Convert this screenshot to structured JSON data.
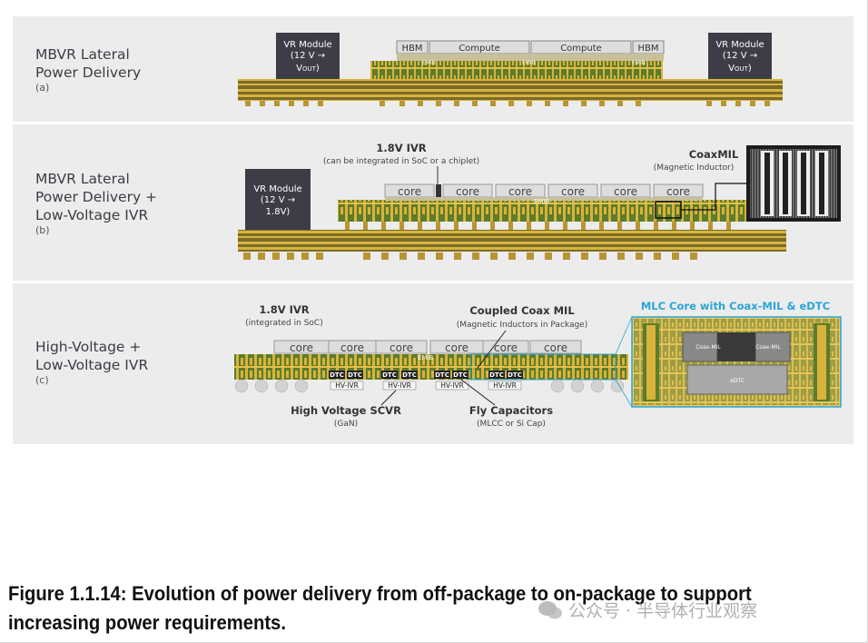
{
  "panels": [
    {
      "id": "a",
      "title_lines": [
        "MBVR Lateral",
        "Power Delivery"
      ],
      "sub": "(a)",
      "vr_module_left": [
        "VR Module",
        "(12 V →",
        "V",
        "OUT",
        ")"
      ],
      "vr_module_right": [
        "VR Module",
        "(12 V →",
        "V",
        "OUT",
        ")"
      ],
      "dies": [
        "HBM",
        "Compute",
        "Compute",
        "HBM"
      ],
      "emib_labels": [
        "EMIB",
        "EMIB",
        "EMIB"
      ]
    },
    {
      "id": "b",
      "title_lines": [
        "MBVR Lateral",
        "Power Delivery +",
        "Low-Voltage IVR"
      ],
      "sub": "(b)",
      "vr_module": [
        "VR Module",
        "(12 V →",
        "1.8V)"
      ],
      "ivr_label": "1.8V IVR",
      "ivr_note": "(can be integrated in SoC or a chiplet)",
      "cores": [
        "core",
        "core",
        "core",
        "core",
        "core",
        "core"
      ],
      "emib_label": "EMIB",
      "coaxmil_label": "CoaxMIL",
      "coaxmil_note": "(Magnetic Inductor)"
    },
    {
      "id": "c",
      "title_lines": [
        "High-Voltage +",
        "Low-Voltage IVR"
      ],
      "sub": "(c)",
      "ivr_label": "1.8V IVR",
      "ivr_note": "(integrated in SoC)",
      "coupled_label": "Coupled Coax MIL",
      "coupled_note": "(Magnetic Inductors in Package)",
      "cores": [
        "core",
        "core",
        "core",
        "core",
        "core",
        "core"
      ],
      "emib_label": "EMIB",
      "dtc_labels": [
        "DTC",
        "DTC",
        "DTC",
        "DTC",
        "DTC",
        "DTC",
        "DTC",
        "DTC"
      ],
      "hvivr_labels": [
        "HV-IVR",
        "HV-IVR",
        "HV-IVR",
        "HV-IVR"
      ],
      "scvr_label": "High Voltage SCVR",
      "scvr_note": "(GaN)",
      "fly_label": "Fly Capacitors",
      "fly_note": "(MLCC or Si Cap)",
      "mlc_title": "MLC Core with Coax-MIL & eDTC",
      "coaxmil_small": [
        "Coax-MIL",
        "Coax-MIL"
      ],
      "edtc_label": "eDTC"
    }
  ],
  "caption": {
    "line1": "Figure 1.1.14: Evolution of power delivery from off-package to on-package to support",
    "line2": "increasing power requirements."
  },
  "watermark": "公众号 · 半导体行业观察",
  "colors": {
    "panel_bg": "#ececec",
    "vr_module": "#3d3d47",
    "substrate_green": "#5c7a2a",
    "gold": "#c9a227",
    "mlc_accent": "#2aa6d6"
  }
}
